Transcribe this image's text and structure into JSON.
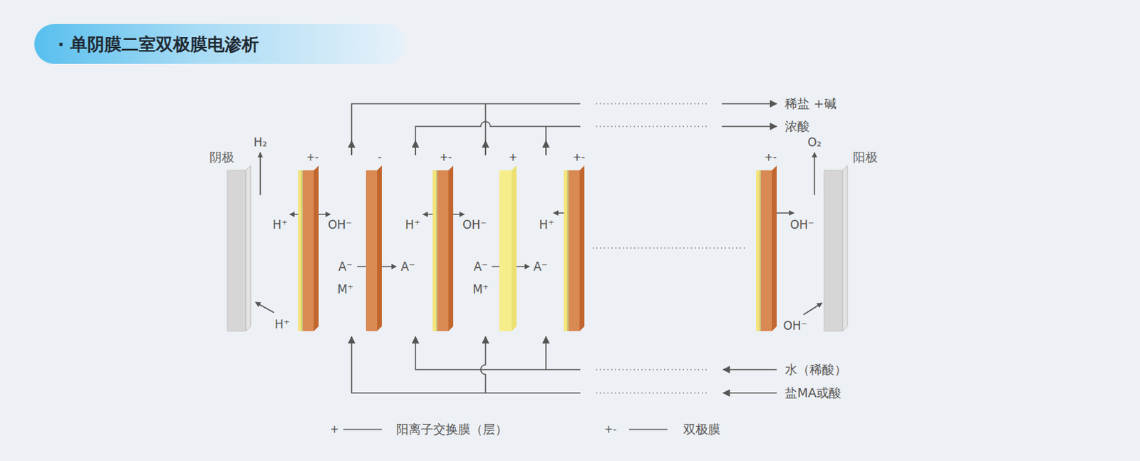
{
  "diagram": {
    "title": "· 单阴膜二室双极膜电渗析",
    "nodes": [
      {
        "text": [
          "阴极"
        ]
      },
      {
        "text": [
          "+-"
        ]
      },
      {
        "text": [
          "-"
        ]
      },
      {
        "text": [
          "+-"
        ]
      },
      {
        "text": [
          "+"
        ]
      },
      {
        "text": [
          "+-"
        ]
      },
      {
        "text": [
          "+-"
        ]
      },
      {
        "text": [
          "阳极"
        ]
      }
    ],
    "labels": [
      "H₂",
      "H⁺",
      "OH⁻",
      "A⁻",
      "M⁺",
      "A⁻",
      "H⁺",
      "OH⁻",
      "A⁻",
      "M⁺",
      "A⁻",
      "H⁺",
      "OH⁻",
      "H⁺",
      "OH⁻",
      "O₂",
      "稀盐 +碱",
      "浓酸",
      "水（稀酸）",
      "盐MA或酸",
      "+",
      "+-"
    ],
    "legend": [
      {
        "text": "阳离子交换膜（层）"
      },
      {
        "text": "双极膜"
      }
    ]
  }
}
